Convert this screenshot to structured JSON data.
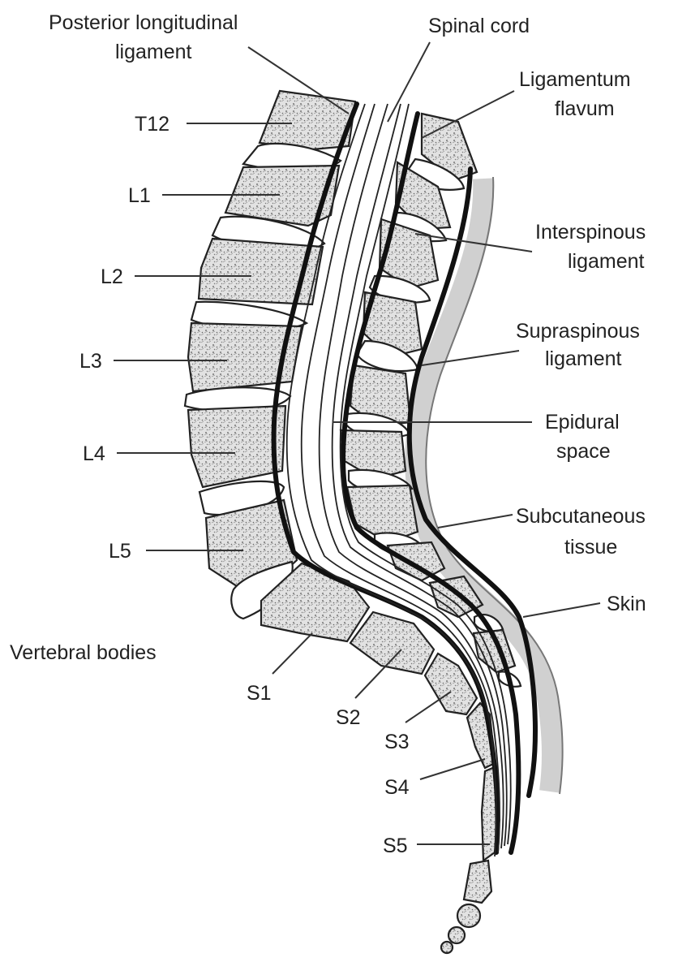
{
  "labels": {
    "plig_1": "Posterior longitudinal",
    "plig_2": "ligament",
    "spinal_cord": "Spinal cord",
    "lflav_1": "Ligamentum",
    "lflav_2": "flavum",
    "T12": "T12",
    "L1": "L1",
    "L2": "L2",
    "L3": "L3",
    "L4": "L4",
    "L5": "L5",
    "inter_1": "Interspinous",
    "inter_2": "ligament",
    "supra_1": "Supraspinous",
    "supra_2": "ligament",
    "epi_1": "Epidural",
    "epi_2": "space",
    "subq_1": "Subcutaneous",
    "subq_2": "tissue",
    "skin": "Skin",
    "vertebral_bodies": "Vertebral bodies",
    "S1": "S1",
    "S2": "S2",
    "S3": "S3",
    "S4": "S4",
    "S5": "S5"
  }
}
